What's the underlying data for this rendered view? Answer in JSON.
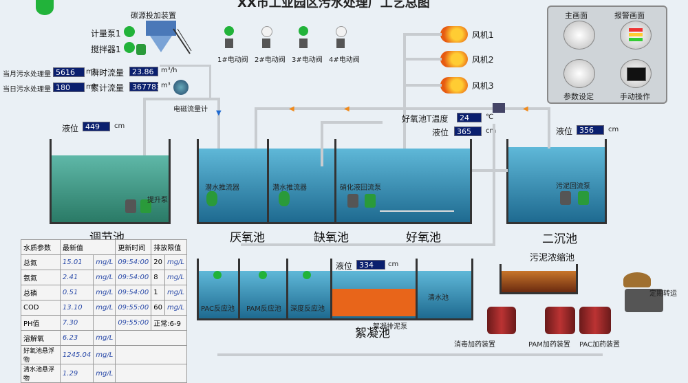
{
  "title": "XX市工业园区污水处理厂工艺总图",
  "nav": {
    "main_screen": "主画面",
    "alarm_screen": "报警画面",
    "param_setting": "参数设定",
    "manual_operation": "手动操作"
  },
  "dosing_device_top": "碳源投加装置",
  "metering_pump": "计量泵1",
  "mixer": "搅拌器1",
  "valves": [
    "1#电动阀",
    "2#电动阀",
    "3#电动阀",
    "4#电动阀"
  ],
  "fans": [
    "风机1",
    "风机2",
    "风机3"
  ],
  "flow": {
    "month_label": "当月污水处理量",
    "month_value": "5616",
    "day_label": "当日污水处理量",
    "day_value": "180",
    "unit_m3": "m³",
    "instant_label": "瞬时流量",
    "instant_value": "23.86",
    "instant_unit": "m³/h",
    "total_label": "累计流量",
    "total_value": "367783",
    "total_unit": "m³",
    "flowmeter": "电磁流量计"
  },
  "regulating_tank": {
    "level_label": "液位",
    "level_value": "449",
    "level_unit": "cm",
    "pump": "提升泵",
    "name": "调节池"
  },
  "aerobic": {
    "temp_label": "好氧池T温度",
    "temp_value": "24",
    "temp_unit": "℃",
    "level_label": "液位",
    "level_value": "365",
    "level_unit": "cm"
  },
  "secondary": {
    "level_label": "液位",
    "level_value": "356",
    "level_unit": "cm",
    "pump": "污泥回流泵",
    "name": "二沉池"
  },
  "bio_tanks": {
    "anaerobic": "厌氧池",
    "anoxic": "缺氧池",
    "aerobic": "好氧池",
    "propeller1": "潜水推流器",
    "propeller2": "潜水推流器",
    "nitrification_pump": "硝化液回流泵"
  },
  "sludge_thickener": "污泥浓缩池",
  "truck_label": "定期转运",
  "coag": {
    "name": "絮凝池",
    "pac_tank": "PAC反应池",
    "pam_tank": "PAM反应池",
    "deep_tank": "深度反应池",
    "clear_tank": "清水池",
    "level_label": "液位",
    "level_value": "334",
    "level_unit": "cm",
    "drain_pump": "絮凝排泥泵"
  },
  "dosing": {
    "disinfect": "消毒加药装置",
    "pam": "PAM加药装置",
    "pac": "PAC加药装置"
  },
  "water_quality": {
    "headers": [
      "水质参数",
      "最新值",
      "更新时间",
      "排放限值"
    ],
    "rows": [
      {
        "name": "总氮",
        "value": "15.01",
        "unit": "mg/L",
        "time": "09:54:00",
        "limit": "20",
        "limit_unit": "mg/L"
      },
      {
        "name": "氨氮",
        "value": "2.41",
        "unit": "mg/L",
        "time": "09:54:00",
        "limit": "8",
        "limit_unit": "mg/L"
      },
      {
        "name": "总磷",
        "value": "0.51",
        "unit": "mg/L",
        "time": "09:54:00",
        "limit": "1",
        "limit_unit": "mg/L"
      },
      {
        "name": "COD",
        "value": "13.10",
        "unit": "mg/L",
        "time": "09:55:00",
        "limit": "60",
        "limit_unit": "mg/L"
      },
      {
        "name": "PH值",
        "value": "7.30",
        "unit": "",
        "time": "09:55:00",
        "limit": "正常:6-9",
        "limit_unit": ""
      },
      {
        "name": "溶解氧",
        "value": "6.23",
        "unit": "mg/L",
        "time": "",
        "limit": "",
        "limit_unit": ""
      },
      {
        "name": "好氧池悬浮物",
        "value": "1245.04",
        "unit": "mg/L",
        "time": "",
        "limit": "",
        "limit_unit": ""
      },
      {
        "name": "清水池悬浮物",
        "value": "1.29",
        "unit": "mg/L",
        "time": "",
        "limit": "",
        "limit_unit": ""
      }
    ]
  },
  "colors": {
    "status_green": "#22b33a",
    "value_bg": "#0a1f6e",
    "water": "#3aa0c8",
    "pipe_arrow_orange": "#f08a1c",
    "pipe_arrow_blue": "#1f6ad0"
  }
}
